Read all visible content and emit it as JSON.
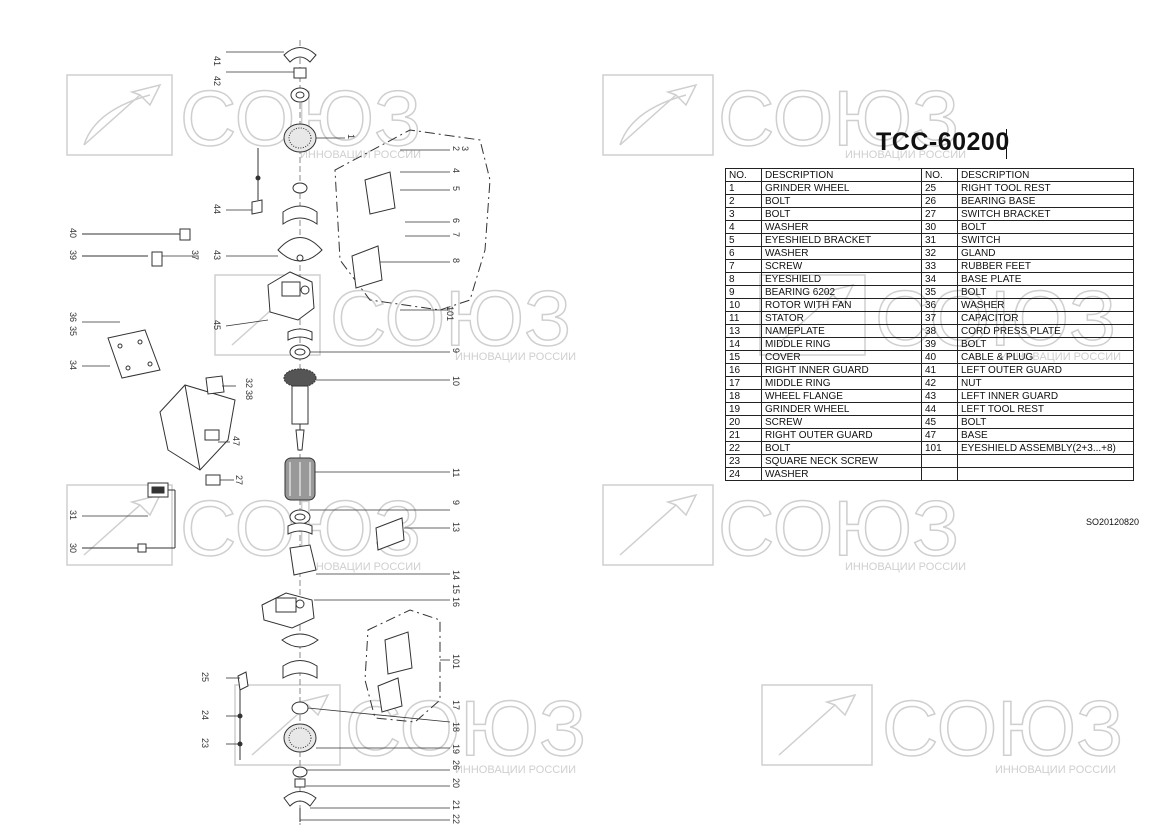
{
  "model_title": "TCC-60200",
  "doc_code": "SO20120820",
  "watermark": {
    "brand": "СОЮЗ",
    "tagline": "ИННОВАЦИИ РОССИИ"
  },
  "table": {
    "headers": [
      "NO.",
      "DESCRIPTION",
      "NO.",
      "DESCRIPTION"
    ],
    "rows": [
      [
        "1",
        "GRINDER WHEEL",
        "25",
        "RIGHT TOOL REST"
      ],
      [
        "2",
        "BOLT",
        "26",
        "BEARING BASE"
      ],
      [
        "3",
        "BOLT",
        "27",
        "SWITCH BRACKET"
      ],
      [
        "4",
        "WASHER",
        "30",
        "BOLT"
      ],
      [
        "5",
        "EYESHIELD BRACKET",
        "31",
        "SWITCH"
      ],
      [
        "6",
        "WASHER",
        "32",
        "GLAND"
      ],
      [
        "7",
        "SCREW",
        "33",
        "RUBBER FEET"
      ],
      [
        "8",
        "EYESHIELD",
        "34",
        "BASE PLATE"
      ],
      [
        "9",
        "BEARING 6202",
        "35",
        "BOLT"
      ],
      [
        "10",
        "ROTOR WITH FAN",
        "36",
        "WASHER"
      ],
      [
        "11",
        "STATOR",
        "37",
        "CAPACITOR"
      ],
      [
        "13",
        "NAMEPLATE",
        "38",
        "CORD PRESS PLATE"
      ],
      [
        "14",
        "MIDDLE RING",
        "39",
        "BOLT"
      ],
      [
        "15",
        "COVER",
        "40",
        "CABLE & PLUG"
      ],
      [
        "16",
        "RIGHT INNER GUARD",
        "41",
        "LEFT OUTER GUARD"
      ],
      [
        "17",
        "MIDDLE RING",
        "42",
        "NUT"
      ],
      [
        "18",
        "WHEEL FLANGE",
        "43",
        "LEFT INNER GUARD"
      ],
      [
        "19",
        "GRINDER WHEEL",
        "44",
        "LEFT TOOL REST"
      ],
      [
        "20",
        "SCREW",
        "45",
        "BOLT"
      ],
      [
        "21",
        "RIGHT OUTER GUARD",
        "47",
        "BASE"
      ],
      [
        "22",
        "BOLT",
        "101",
        "EYESHIELD ASSEMBLY(2+3...+8)"
      ],
      [
        "23",
        "SQUARE NECK SCREW",
        "",
        ""
      ],
      [
        "24",
        "WASHER",
        "",
        ""
      ]
    ]
  },
  "callouts": {
    "c41": "41",
    "c42": "42",
    "c1a": "1",
    "c2": "2",
    "c3": "3",
    "c4": "4",
    "c5": "5",
    "c44": "44",
    "c6": "6",
    "c7": "7",
    "c40": "40",
    "c39": "39",
    "c37": "37",
    "c43": "43",
    "c8": "8",
    "c101a": "101",
    "c45": "45",
    "c36": "36",
    "c35": "35",
    "c34": "34",
    "c9a": "9",
    "c10": "10",
    "c32": "32",
    "c38": "38",
    "c47": "47",
    "c27": "27",
    "c11": "11",
    "c31": "31",
    "c9b": "9",
    "c13": "13",
    "c30": "30",
    "c14": "14",
    "c15": "15",
    "c16": "16",
    "c101b": "101",
    "c25": "25",
    "c24": "24",
    "c17": "17",
    "c23": "23",
    "c18": "18",
    "c19": "19",
    "c26": "26",
    "c20": "20",
    "c21": "21",
    "c22": "22"
  }
}
